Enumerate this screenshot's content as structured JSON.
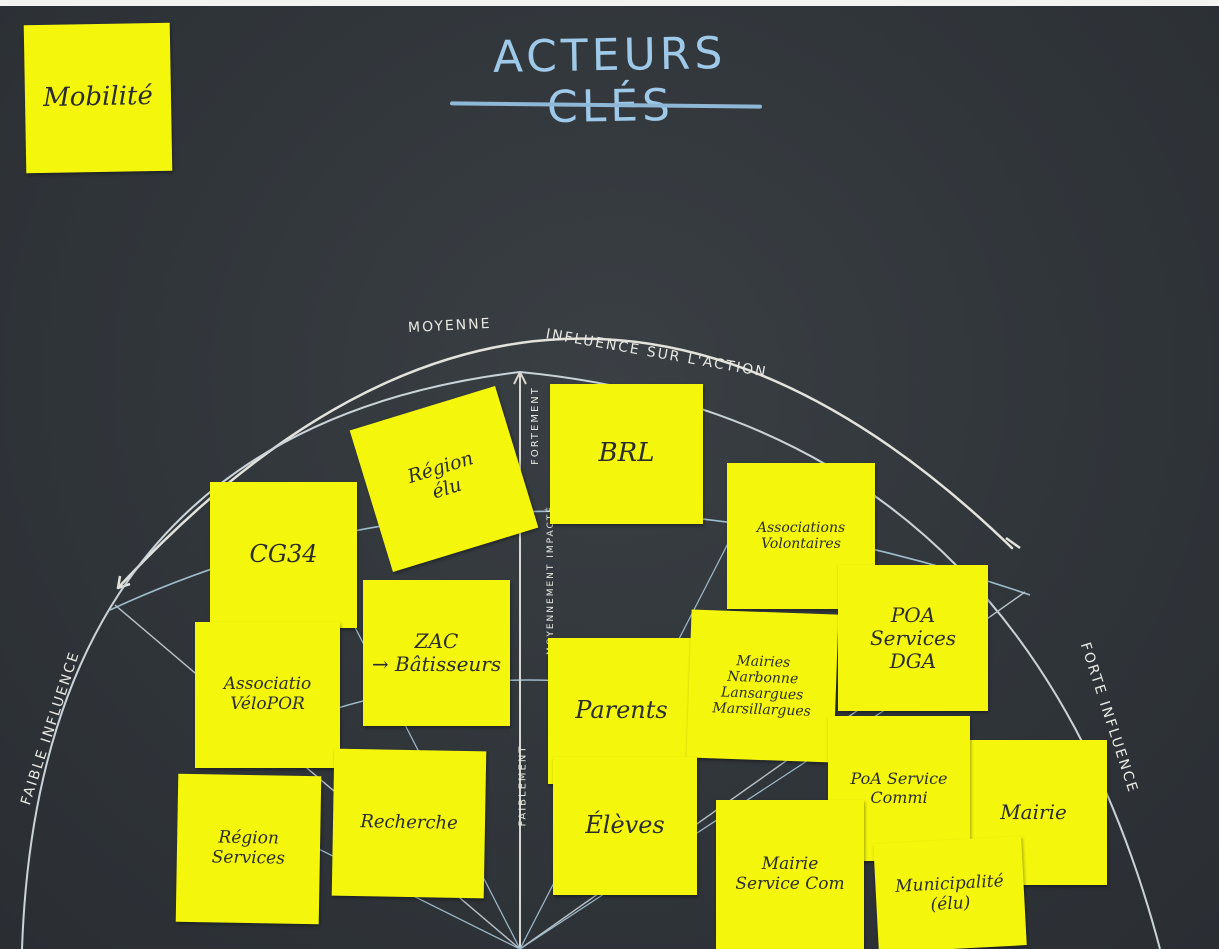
{
  "board": {
    "title": "ACTEURS CLÉS",
    "theme_note": "Mobilité",
    "arc_top_label_1": "MOYENNE",
    "arc_top_label_2": "INFLUENCE SUR L'ACTION",
    "left_label": "FAIBLE INFLUENCE",
    "right_label": "FORTE INFLUENCE",
    "axis_top_label": "FORTEMENT",
    "axis_mid_label": "MOYENNEMENT IMPACTÉ",
    "axis_low_label": "FAIBLEMENT"
  },
  "notes": [
    {
      "id": "cg34",
      "text": "CG34"
    },
    {
      "id": "region-elu",
      "text": "Région\nélu"
    },
    {
      "id": "brl",
      "text": "BRL"
    },
    {
      "id": "associations-velos",
      "text": "Associations\nVolontaires"
    },
    {
      "id": "assoc-velo-por",
      "text": "Associatio\nVéloPOR"
    },
    {
      "id": "zac",
      "text": "ZAC\n→ Bâtisseurs"
    },
    {
      "id": "parents",
      "text": "Parents"
    },
    {
      "id": "mairies",
      "text": "Mairies\nNarbonne\nLansargues\nMarsillargues"
    },
    {
      "id": "poa",
      "text": "POA\nServices\nDGA"
    },
    {
      "id": "region-services",
      "text": "Région\nServices"
    },
    {
      "id": "recherche",
      "text": "Recherche"
    },
    {
      "id": "eleves",
      "text": "Élèves"
    },
    {
      "id": "poa-service",
      "text": "PoA  Service\nCommi"
    },
    {
      "id": "mairie",
      "text": "Mairie"
    },
    {
      "id": "mairie-service",
      "text": "Mairie\nService Com"
    },
    {
      "id": "municipalite",
      "text": "Municipalité\n(élu)"
    }
  ],
  "colors": {
    "board": "#30353a",
    "sticky": "#f4f70c",
    "chalk": "#e9e9e2",
    "title_chalk": "#9ec9e8"
  }
}
